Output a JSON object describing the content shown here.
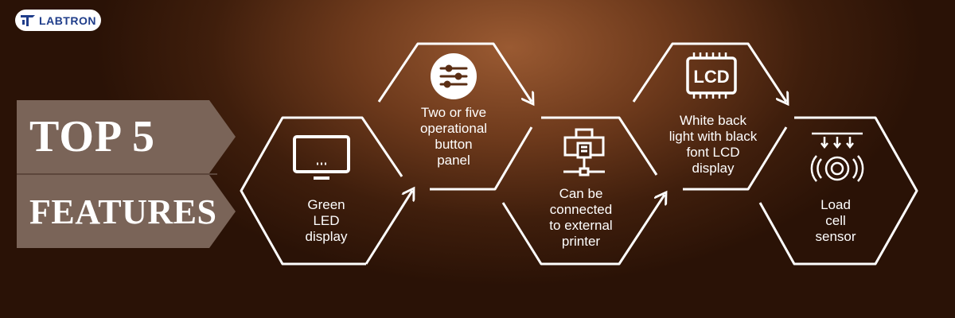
{
  "brand": {
    "logo_text": "LABTRON",
    "logo_icon": "labtron-mark-icon"
  },
  "heading": {
    "line1": "TOP 5",
    "line2": "FEATURES"
  },
  "features": [
    {
      "text": "Green\nLED\ndisplay",
      "icon": "monitor-icon"
    },
    {
      "text": "Two or five\noperational\nbutton\npanel",
      "icon": "sliders-icon"
    },
    {
      "text": "Can be\nconnected\nto external\nprinter",
      "icon": "network-printer-icon"
    },
    {
      "text": "White back\nlight with black\nfont LCD\ndisplay",
      "icon": "lcd-icon"
    },
    {
      "text": "Load\ncell\nsensor",
      "icon": "load-cell-sensor-icon"
    }
  ],
  "colors": {
    "background_dark": "#2a1206",
    "background_glow": "#9a5a32",
    "banner": "#7a6458",
    "outline": "#ffffff",
    "logo_text": "#1f3d8a"
  }
}
